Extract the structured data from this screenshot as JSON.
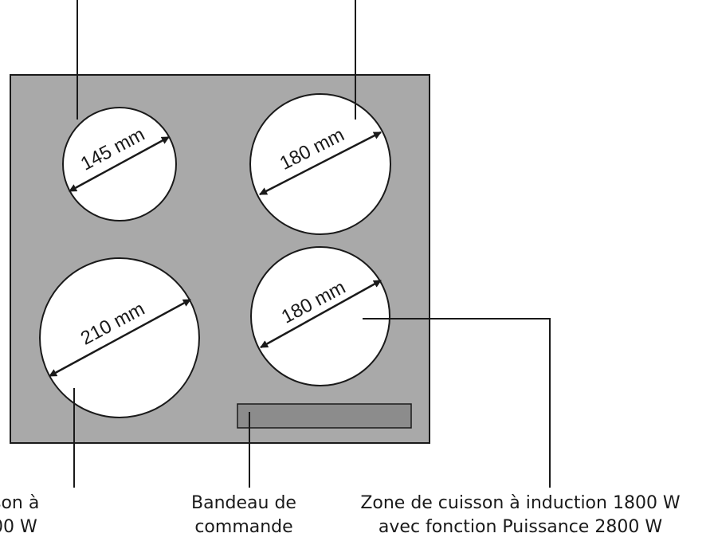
{
  "zones": [
    {
      "id": "top-left",
      "diameter_label": "145 mm"
    },
    {
      "id": "top-right",
      "diameter_label": "180 mm"
    },
    {
      "id": "bottom-left",
      "diameter_label": "210 mm"
    },
    {
      "id": "bottom-right",
      "diameter_label": "180 mm"
    }
  ],
  "labels": {
    "left_line1": "son à",
    "left_line2": "00 W",
    "panel_line1": "Bandeau de",
    "panel_line2": "commande",
    "right_line1": "Zone de cuisson à induction 1800 W",
    "right_line2": "avec fonction Puissance 2800 W"
  },
  "colors": {
    "cooktop": "#a9a9a9",
    "zone": "#ffffff",
    "control_panel": "#8c8c8c",
    "line": "#1a1a1a"
  }
}
